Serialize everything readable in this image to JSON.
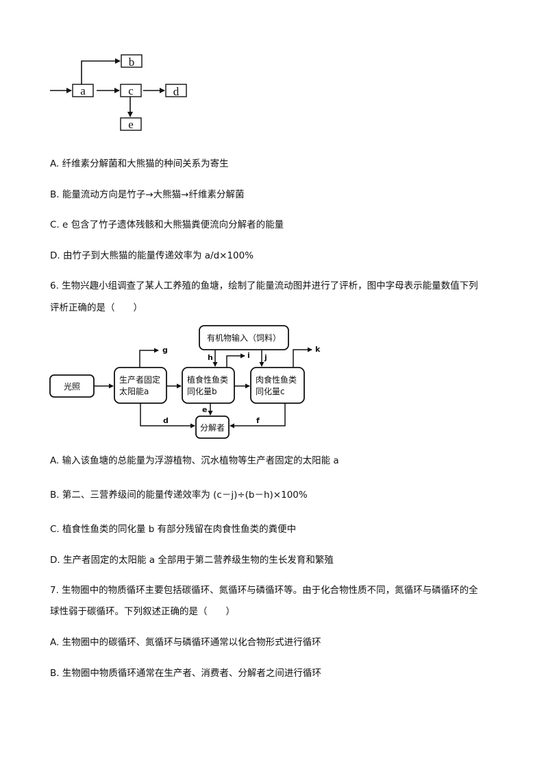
{
  "diagram1": {
    "boxes": {
      "a": "a",
      "b": "b",
      "c": "c",
      "d": "d",
      "e": "e"
    }
  },
  "q5_options": [
    "A.  纤维素分解菌和大熊猫的种间关系为寄生",
    "B.  能量流动方向是竹子→大熊猫→纤维素分解菌",
    "C. e 包含了竹子遗体残骸和大熊猫粪便流向分解者的能量",
    "D.  由竹子到大熊猫的能量传递效率为 a/d×100%"
  ],
  "q6": {
    "stem_line1": "6. 生物兴趣小组调查了某人工养殖的鱼塘，绘制了能量流动图并进行了评析，图中字母表示能量数值下列",
    "stem_line2": "评析正确的是（　　）",
    "diagram": {
      "light": "光照",
      "producer_line1": "生产者固定",
      "producer_line2": "太阳能a",
      "herbivore_line1": "植食性鱼类",
      "herbivore_line2": "同化量b",
      "carnivore_line1": "肉食性鱼类",
      "carnivore_line2": "同化量c",
      "organic_input": "有机物输入（饲料）",
      "decomposer": "分解者",
      "labels": {
        "g": "g",
        "h": "h",
        "i": "i",
        "j": "j",
        "k": "k",
        "d": "d",
        "e": "e",
        "f": "f"
      }
    },
    "options": [
      "A.  输入该鱼塘的总能量为浮游植物、沉水植物等生产者固定的太阳能 a",
      "B.  第二、三营养级间的能量传递效率为 (c－j)÷(b－h)×100%",
      "C.  植食性鱼类的同化量 b 有部分残留在肉食性鱼类的粪便中",
      "D.  生产者固定的太阳能 a 全部用于第二营养级生物的生长发育和繁殖"
    ]
  },
  "q7": {
    "stem_line1": "7. 生物圈中的物质循环主要包括碳循环、氮循环与磷循环等。由于化合物性质不同，氮循环与磷循环的全",
    "stem_line2": "球性弱于碳循环。下列叙述正确的是（　　）",
    "options": [
      "A.  生物圈中的碳循环、氮循环与磷循环通常以化合物形式进行循环",
      "B.  生物圈中物质循环通常在生产者、消费者、分解者之间进行循环"
    ]
  }
}
